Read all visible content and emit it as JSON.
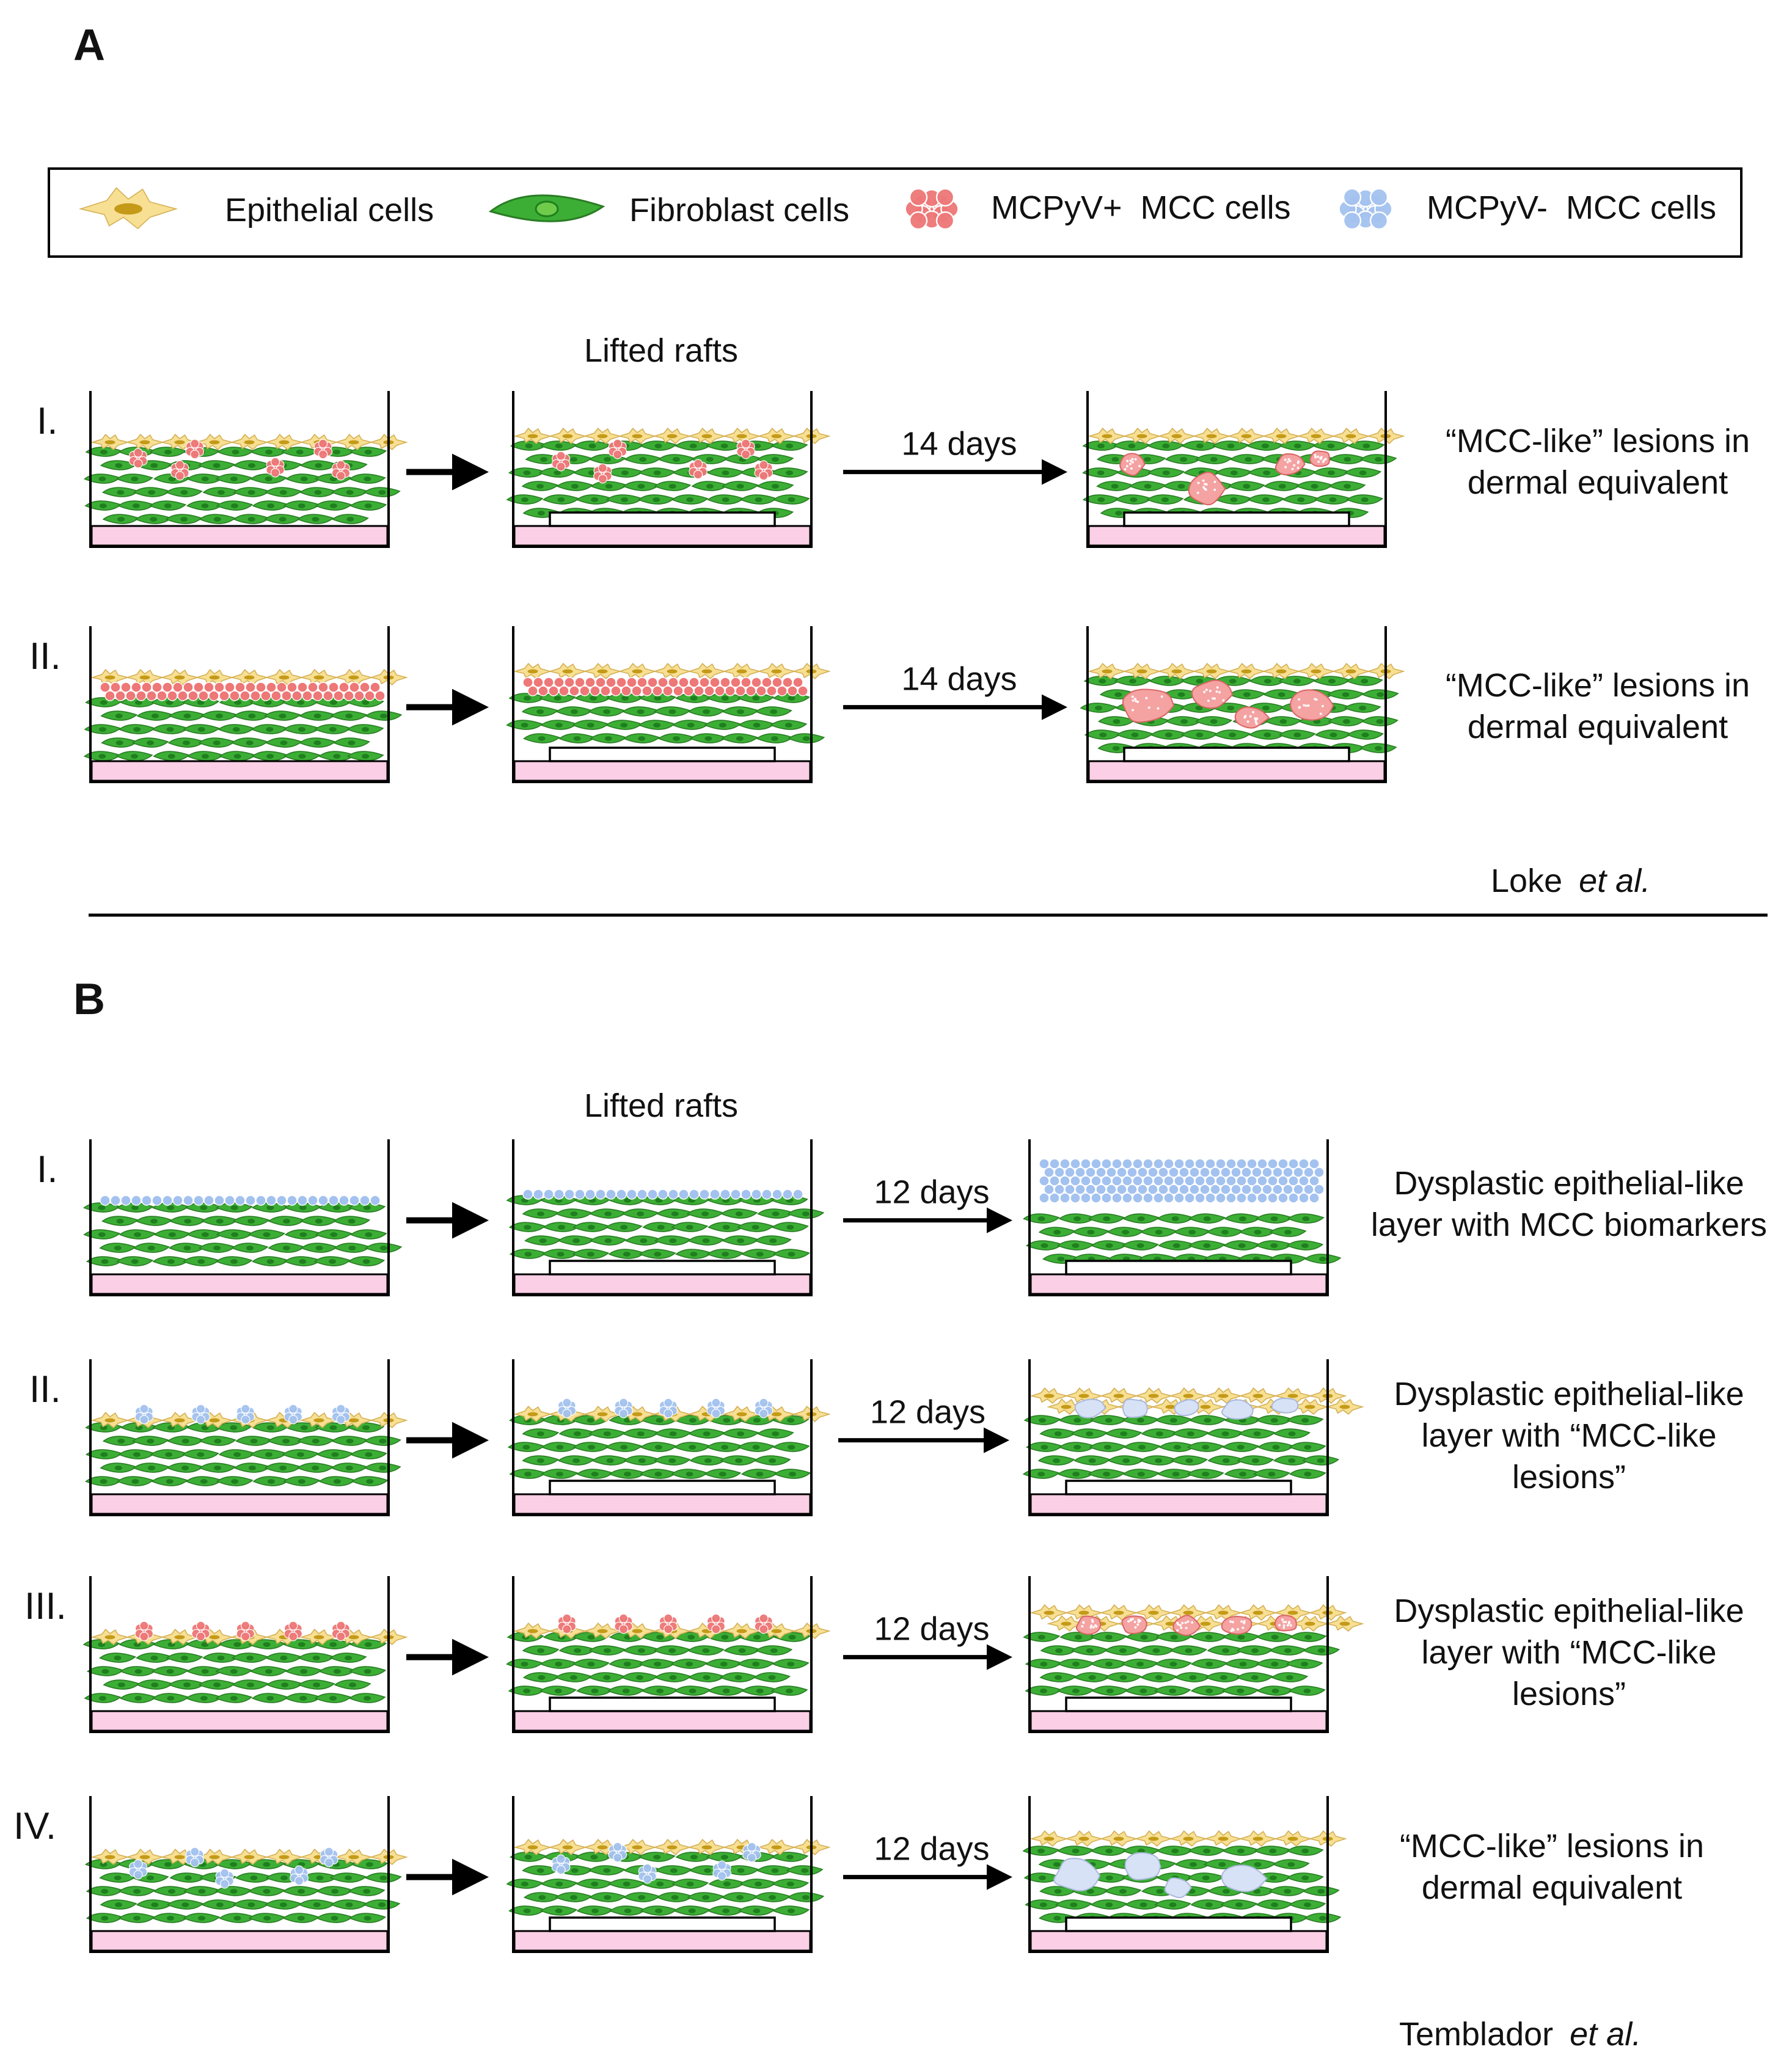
{
  "panel_a": {
    "label": "A",
    "legend": {
      "epithelial": "Epithelial cells",
      "fibroblast": "Fibroblast cells",
      "mcpyv_pos": "MCPyV+  MCC cells",
      "mcpyv_neg": "MCPyV-  MCC cells"
    },
    "lifted_rafts": "Lifted rafts",
    "rows": [
      {
        "numeral": "I.",
        "days": "14 days",
        "outcome": [
          "“MCC-like” lesions in",
          "dermal equivalent"
        ]
      },
      {
        "numeral": "II.",
        "days": "14 days",
        "outcome": [
          "“MCC-like” lesions in",
          "dermal equivalent"
        ]
      }
    ],
    "citation": {
      "author": "Loke",
      "etal": "et al."
    }
  },
  "panel_b": {
    "label": "B",
    "lifted_rafts": "Lifted rafts",
    "rows": [
      {
        "numeral": "I.",
        "days": "12 days",
        "outcome": [
          "Dysplastic epithelial-like",
          "layer with MCC biomarkers"
        ]
      },
      {
        "numeral": "II.",
        "days": "12 days",
        "outcome": [
          "Dysplastic epithelial-like",
          "layer with “MCC-like",
          "lesions”"
        ]
      },
      {
        "numeral": "III.",
        "days": "12 days",
        "outcome": [
          "Dysplastic epithelial-like",
          "layer with “MCC-like",
          "lesions”"
        ]
      },
      {
        "numeral": "IV.",
        "days": "12 days",
        "outcome": [
          "“MCC-like” lesions in",
          "dermal equivalent"
        ]
      }
    ],
    "citation": {
      "author": "Temblador",
      "etal": "et al."
    }
  },
  "colors": {
    "epithelial_fill": "#f7df93",
    "epithelial_nucleus": "#c49a18",
    "fibroblast_fill": "#3cae35",
    "fibroblast_nucleus": "#1f7f1e",
    "mcc_pos": "#ee7777",
    "mcc_neg": "#a3c2ef",
    "base_pink": "#fbcfe6",
    "lesion_pos": "#f4a2a2",
    "lesion_neg": "#d8e2f6"
  }
}
